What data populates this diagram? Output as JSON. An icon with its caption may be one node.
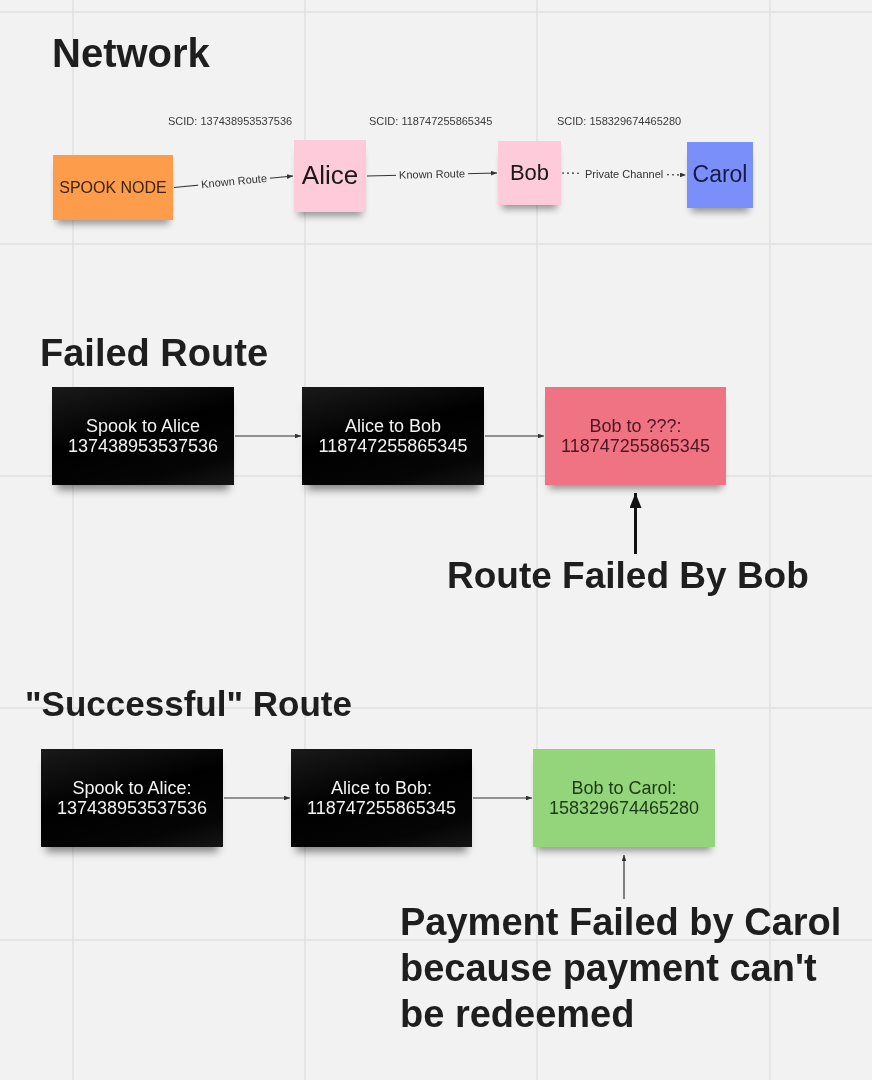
{
  "diagram": {
    "nodes": [
      {
        "text": [
          "SPOOK NODE"
        ]
      },
      {
        "text": [
          "Alice"
        ]
      },
      {
        "text": [
          "Bob"
        ]
      },
      {
        "text": [
          "Carol"
        ]
      },
      {
        "text": [
          "Spook to Alice 137438953537536"
        ]
      },
      {
        "text": [
          "Alice to Bob 118747255865345"
        ]
      },
      {
        "text": [
          "Bob to ???: 118747255865345"
        ]
      },
      {
        "text": [
          "Route Failed By Bob"
        ]
      },
      {
        "text": [
          "Spook to Alice: 137438953537536"
        ]
      },
      {
        "text": [
          "Alice to Bob: 118747255865345"
        ]
      },
      {
        "text": [
          "Bob to Carol: 158329674465280"
        ]
      },
      {
        "text": [
          "Payment Failed by Carol because payment can't be redeemed"
        ]
      }
    ],
    "edges": [
      {
        "from": 0,
        "to": 1,
        "arrow": "to",
        "label": "Known Route"
      },
      {
        "from": 1,
        "to": 2,
        "arrow": "to",
        "label": "Known Route"
      },
      {
        "from": 2,
        "to": 3,
        "arrow": "to",
        "label": "Private Channel",
        "style": "dashed"
      },
      {
        "from": 4,
        "to": 5,
        "arrow": "to"
      },
      {
        "from": 5,
        "to": 6,
        "arrow": "to"
      },
      {
        "from": 7,
        "to": 6,
        "arrow": "to",
        "style": "thick"
      },
      {
        "from": 8,
        "to": 9,
        "arrow": "to"
      },
      {
        "from": 9,
        "to": 10,
        "arrow": "to"
      },
      {
        "from": 11,
        "to": 10,
        "arrow": "to"
      }
    ],
    "labels": [
      "Network",
      "SCID: 137438953537536",
      "SCID: 118747255865345",
      "SCID: 158329674465280",
      "Failed Route",
      "\"Successful\" Route"
    ]
  }
}
